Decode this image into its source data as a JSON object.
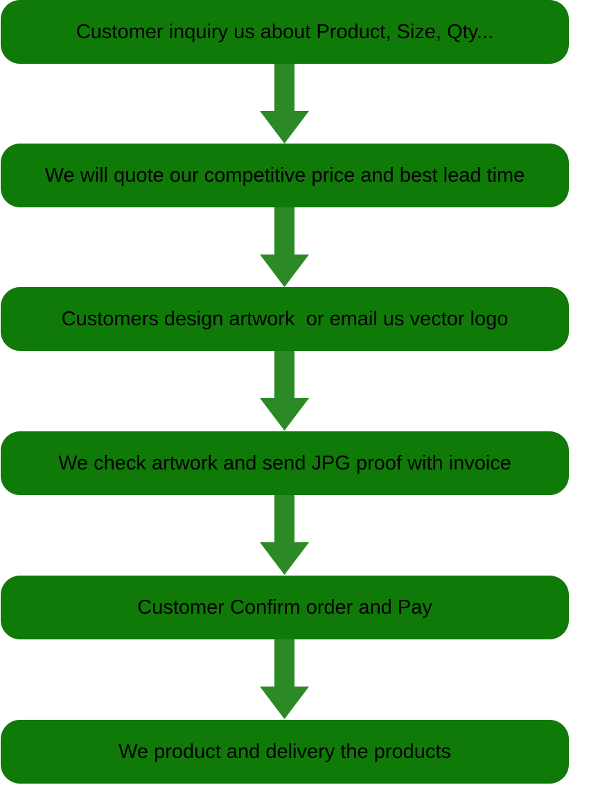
{
  "colors": {
    "box_fill": "#107a08",
    "arrow_fill": "#2b8a25",
    "text": "#000000",
    "background": "#ffffff"
  },
  "steps": [
    {
      "label": "Customer inquiry us about Product, Size, Qty..."
    },
    {
      "label": "We will quote our competitive price and best lead time"
    },
    {
      "label": "Customers design artwork  or email us vector logo"
    },
    {
      "label": "We check artwork and send JPG proof with invoice"
    },
    {
      "label": "Customer Confirm order and Pay"
    },
    {
      "label": "We product and delivery the products"
    }
  ],
  "connectors": [
    {
      "icon": "down-arrow-icon",
      "from_step": 1,
      "to_step": 2
    },
    {
      "icon": "down-arrow-icon",
      "from_step": 2,
      "to_step": 3
    },
    {
      "icon": "down-arrow-icon",
      "from_step": 3,
      "to_step": 4
    },
    {
      "icon": "down-arrow-icon",
      "from_step": 4,
      "to_step": 5
    },
    {
      "icon": "down-arrow-icon",
      "from_step": 5,
      "to_step": 6
    }
  ]
}
